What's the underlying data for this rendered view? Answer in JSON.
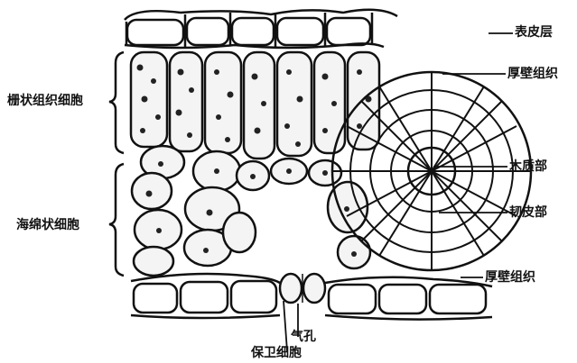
{
  "labels": {
    "epidermis": "表皮层",
    "sclerenchyma_top": "厚壁组织",
    "xylem": "木质部",
    "phloem": "韧皮部",
    "sclerenchyma_bottom": "厚壁组织",
    "palisade": "栅状组织细胞",
    "spongy": "海绵状细胞",
    "stoma": "气孔",
    "guard_cells": "保卫细胞"
  }
}
